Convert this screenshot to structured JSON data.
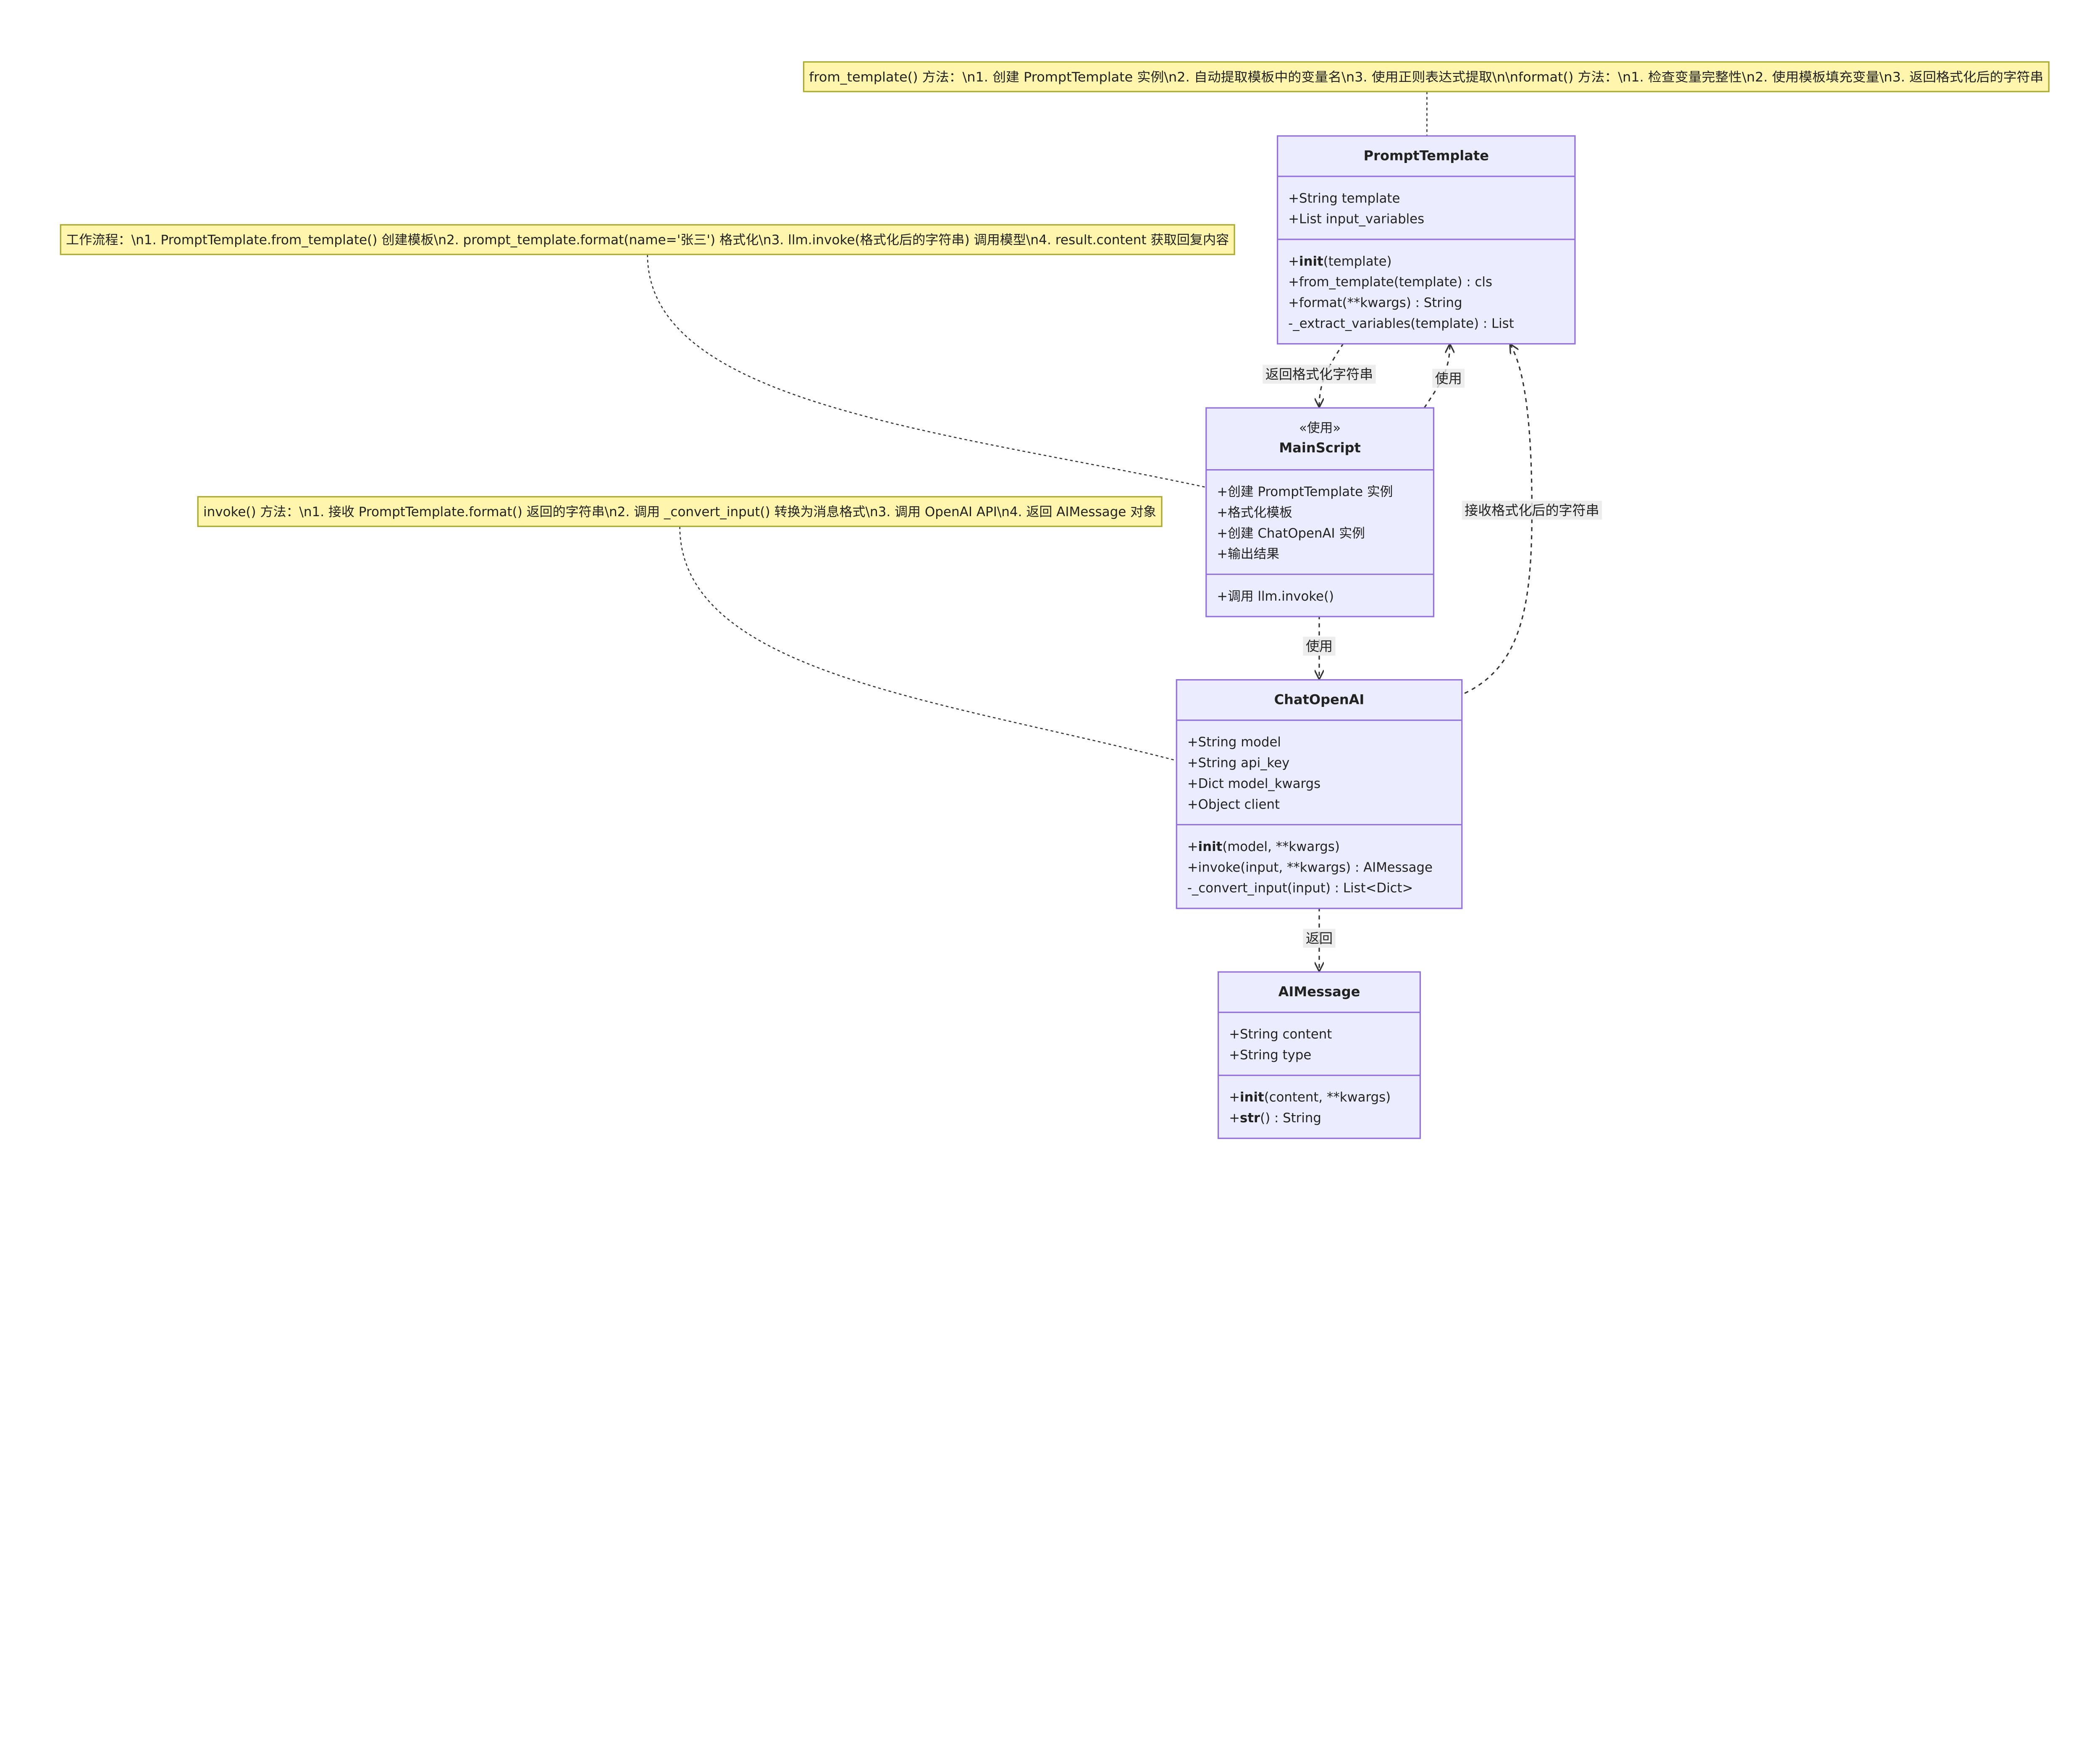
{
  "colors": {
    "class_fill": "#ECECFF",
    "class_stroke": "#9370DB",
    "note_fill": "#FFF5AD",
    "note_stroke": "#AAAA33",
    "edge": "#333333"
  },
  "notes": [
    {
      "id": "note-prompttemplate",
      "text": "from_template() 方法：\\n1. 创建 PromptTemplate 实例\\n2. 自动提取模板中的变量名\\n3. 使用正则表达式提取\\n\\nformat() 方法：\\n1. 检查变量完整性\\n2. 使用模板填充变量\\n3. 返回格式化后的字符串"
    },
    {
      "id": "note-mainscript",
      "text": "工作流程：\\n1. PromptTemplate.from_template() 创建模板\\n2. prompt_template.format(name='张三') 格式化\\n3. llm.invoke(格式化后的字符串) 调用模型\\n4. result.content 获取回复内容"
    },
    {
      "id": "note-chatopenai",
      "text": "invoke() 方法：\\n1. 接收 PromptTemplate.format() 返回的字符串\\n2. 调用 _convert_input() 转换为消息格式\\n3. 调用 OpenAI API\\n4. 返回 AIMessage 对象"
    }
  ],
  "classes": [
    {
      "id": "prompttemplate",
      "name": "PromptTemplate",
      "stereotype": "",
      "attributes": [
        "+String template",
        "+List input_variables"
      ],
      "methods": [
        {
          "pre": "+",
          "bold": "init",
          "post": "(template)"
        },
        {
          "pre": "+from_template(template) : cls",
          "bold": "",
          "post": ""
        },
        {
          "pre": "+format(**kwargs) : String",
          "bold": "",
          "post": ""
        },
        {
          "pre": "-_extract_variables(template) : List",
          "bold": "",
          "post": ""
        }
      ]
    },
    {
      "id": "mainscript",
      "name": "MainScript",
      "stereotype": "«使用»",
      "attributes": [
        "+创建 PromptTemplate 实例",
        "+格式化模板",
        "+创建 ChatOpenAI 实例",
        "+输出结果"
      ],
      "methods": [
        {
          "pre": "+调用 llm.invoke()",
          "bold": "",
          "post": ""
        }
      ]
    },
    {
      "id": "chatopenai",
      "name": "ChatOpenAI",
      "stereotype": "",
      "attributes": [
        "+String model",
        "+String api_key",
        "+Dict model_kwargs",
        "+Object client"
      ],
      "methods": [
        {
          "pre": "+",
          "bold": "init",
          "post": "(model, **kwargs)"
        },
        {
          "pre": "+invoke(input, **kwargs) : AIMessage",
          "bold": "",
          "post": ""
        },
        {
          "pre": "-_convert_input(input) : List<Dict>",
          "bold": "",
          "post": ""
        }
      ]
    },
    {
      "id": "aimessage",
      "name": "AIMessage",
      "stereotype": "",
      "attributes": [
        "+String content",
        "+String type"
      ],
      "methods": [
        {
          "pre": "+",
          "bold": "init",
          "post": "(content, **kwargs)"
        },
        {
          "pre": "+",
          "bold": "str",
          "post": "() : String"
        }
      ]
    }
  ],
  "edges": [
    {
      "id": "pt-to-main",
      "label": "返回格式化字符串"
    },
    {
      "id": "main-to-pt",
      "label": "使用"
    },
    {
      "id": "chat-to-pt",
      "label": "接收格式化后的字符串"
    },
    {
      "id": "main-to-chat",
      "label": "使用"
    },
    {
      "id": "chat-to-ai",
      "label": "返回"
    }
  ]
}
